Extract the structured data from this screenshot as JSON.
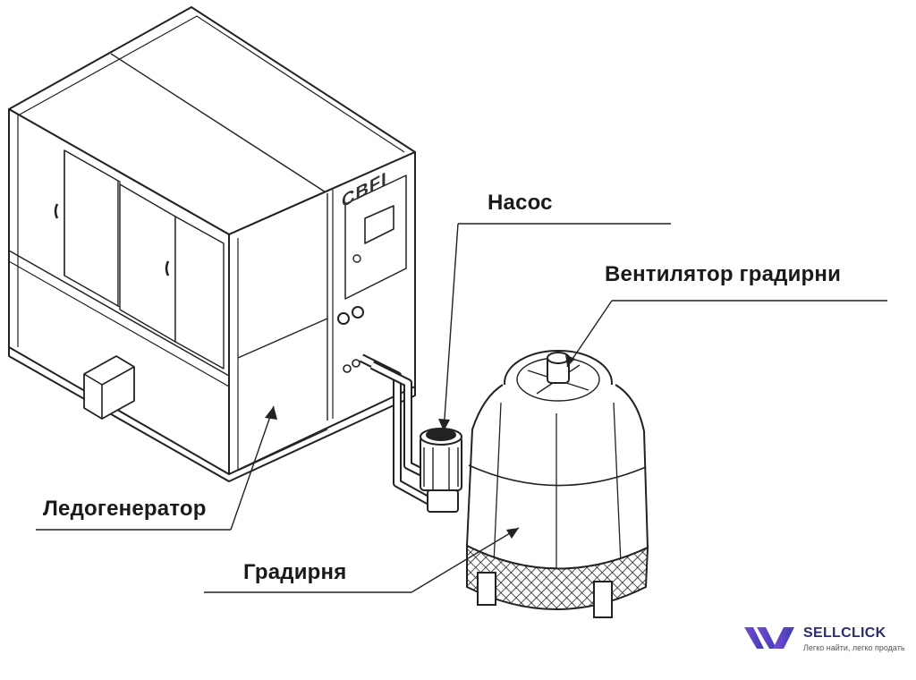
{
  "labels": {
    "pump": "Насос",
    "fan": "Вентилятор градирни",
    "ice_generator": "Ледогенератор",
    "cooling_tower": "Градирня"
  },
  "machine_brand": "CBFI",
  "watermark": {
    "name": "SELLCLICK",
    "tagline": "Легко найти, легко продать"
  },
  "colors": {
    "line": "#222222",
    "label": "#1a1a1a",
    "brand": "#2b2d6e",
    "brand_gradient_start": "#7b4bd6",
    "brand_gradient_end": "#3b3fb3"
  }
}
